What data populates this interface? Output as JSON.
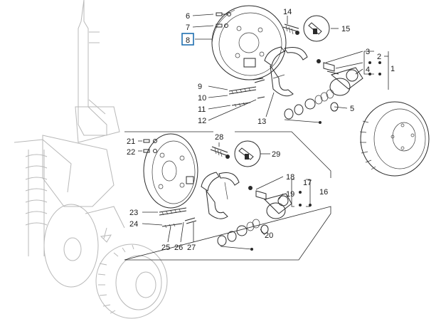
{
  "callouts": {
    "c1": "1",
    "c2": "2",
    "c3": "3",
    "c4": "4",
    "c5": "5",
    "c6": "6",
    "c7": "7",
    "c8": "8",
    "c9": "9",
    "c10": "10",
    "c11": "11",
    "c12": "12",
    "c13": "13",
    "c14": "14",
    "c15": "15",
    "c16": "16",
    "c17": "17",
    "c18": "18",
    "c19": "19",
    "c20": "20",
    "c21": "21",
    "c22": "22",
    "c23": "23",
    "c24": "24",
    "c25": "25",
    "c26": "26",
    "c27": "27",
    "c28": "28",
    "c29": "29"
  },
  "highlighted_callout": "8",
  "colors": {
    "line": "#2a2a2a",
    "ghost": "#b8b8b8",
    "highlight": "#1f6fb0",
    "background": "#ffffff"
  }
}
